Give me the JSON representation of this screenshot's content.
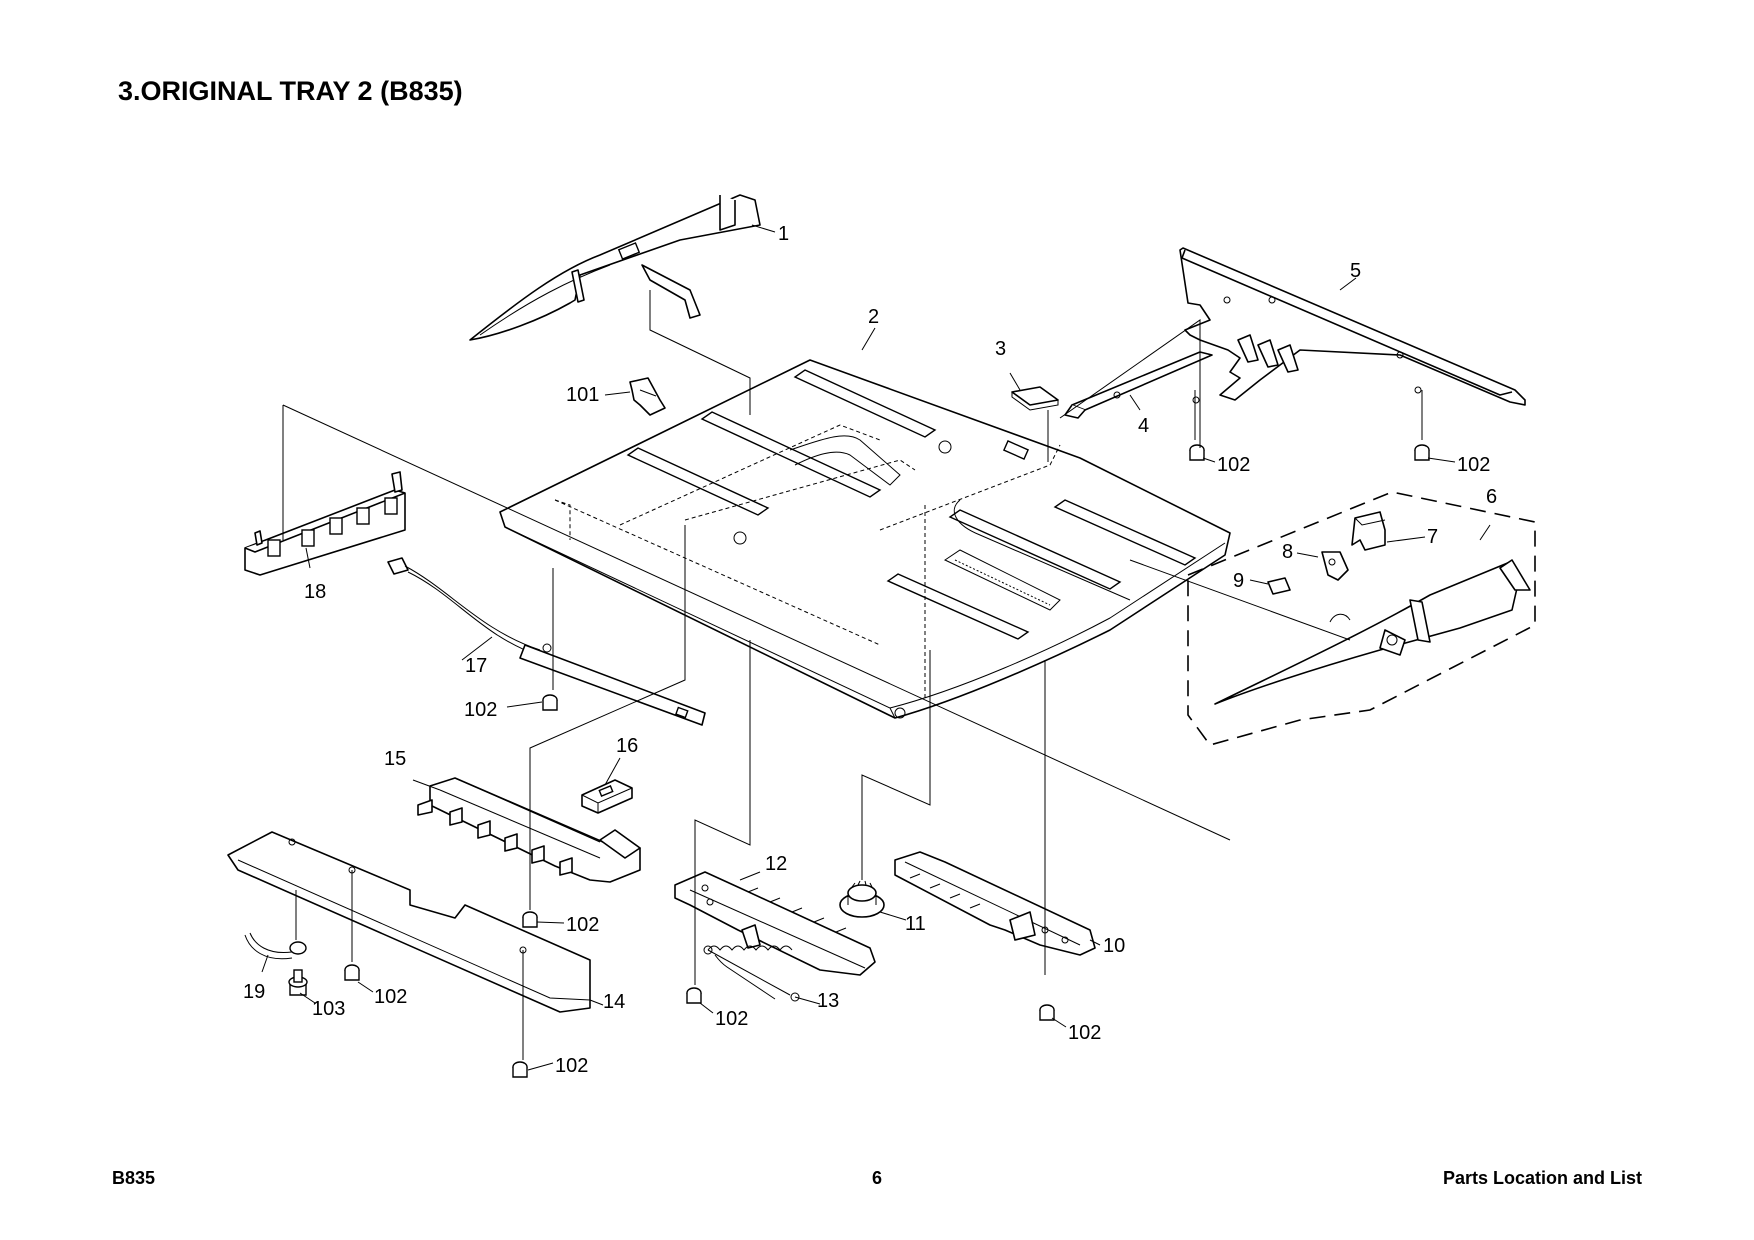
{
  "page": {
    "title": "3.ORIGINAL TRAY 2 (B835)",
    "footer_left": "B835",
    "footer_center": "6",
    "footer_right": "Parts Location and List"
  },
  "callouts": {
    "c1": "1",
    "c2": "2",
    "c3": "3",
    "c4": "4",
    "c5": "5",
    "c6": "6",
    "c7": "7",
    "c8": "8",
    "c9": "9",
    "c10": "10",
    "c11": "11",
    "c12": "12",
    "c13": "13",
    "c14": "14",
    "c15": "15",
    "c16": "16",
    "c17": "17",
    "c18": "18",
    "c19": "19",
    "c101": "101",
    "c103": "103",
    "c102_a": "102",
    "c102_b": "102",
    "c102_c": "102",
    "c102_d": "102",
    "c102_e": "102",
    "c102_f": "102",
    "c102_g": "102",
    "c102_h": "102"
  }
}
